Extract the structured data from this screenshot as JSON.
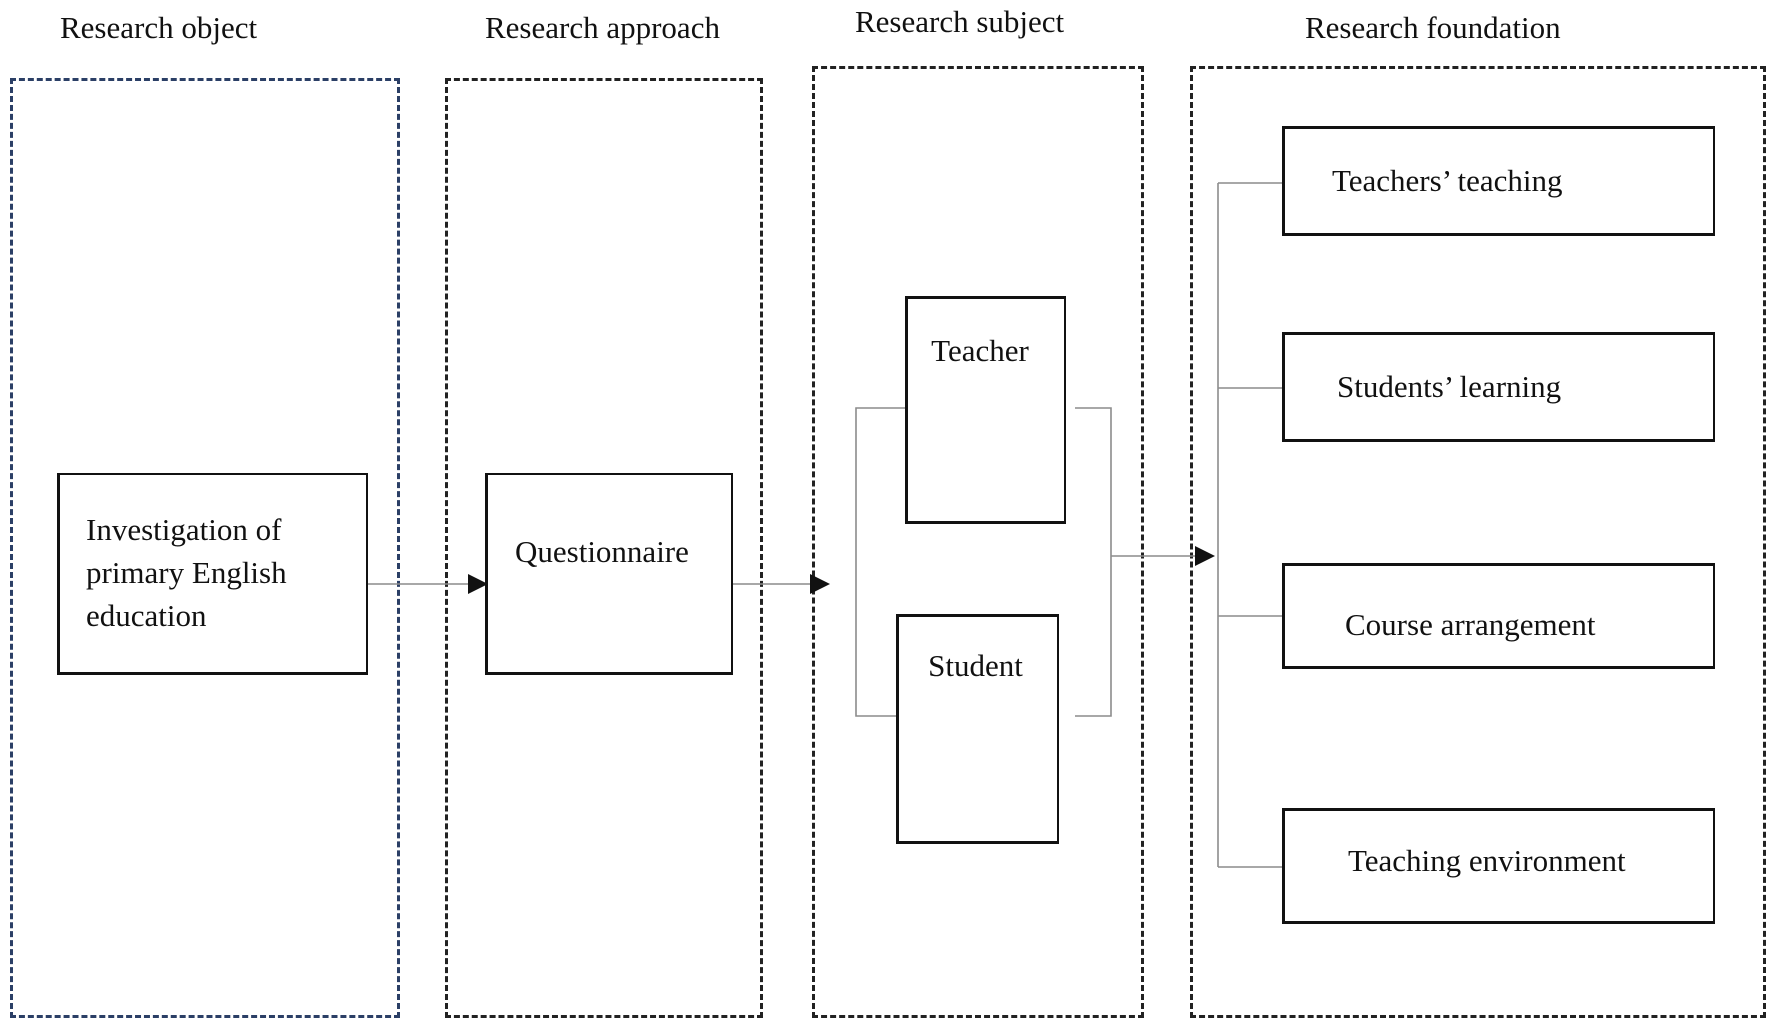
{
  "headings": {
    "research_object": "Research object",
    "research_approach": "Research approach",
    "research_subject": "Research subject",
    "research_foundation": "Research foundation"
  },
  "nodes": {
    "investigation": "Investigation of\nprimary English\neducation",
    "questionnaire": "Questionnaire",
    "teacher": "Teacher",
    "student": "Student",
    "teachers_teaching": "Teachers’ teaching",
    "students_learning": "Students’ learning",
    "course_arrangement": "Course arrangement",
    "teaching_environment": "Teaching environment"
  },
  "colors": {
    "line": "#111111",
    "connector": "#8c8c8c",
    "object_panel_border": "#2b3f66"
  }
}
